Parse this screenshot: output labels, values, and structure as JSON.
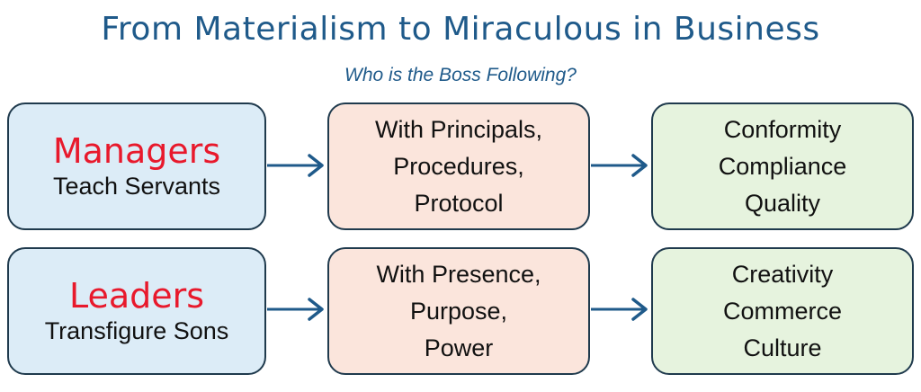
{
  "header": {
    "title": "From Materialism to Miraculous in Business",
    "subtitle": "Who is the Boss Following?"
  },
  "rows": [
    {
      "role": "Managers",
      "role_sub": "Teach Servants",
      "means": [
        "With Principals,",
        "Procedures,",
        "Protocol"
      ],
      "outcomes": [
        "Conformity",
        "Compliance",
        "Quality"
      ]
    },
    {
      "role": "Leaders",
      "role_sub": "Transfigure Sons",
      "means": [
        "With Presence,",
        "Purpose,",
        "Power"
      ],
      "outcomes": [
        "Creativity",
        "Commerce",
        "Culture"
      ]
    }
  ],
  "colors": {
    "title": "#1f5a8a",
    "role": "#e8192c",
    "arrow": "#1f5a8a",
    "box_border": "#1f3a4d",
    "box_blue": "#dcecf7",
    "box_peach": "#fbe5dc",
    "box_green": "#e6f3de"
  }
}
